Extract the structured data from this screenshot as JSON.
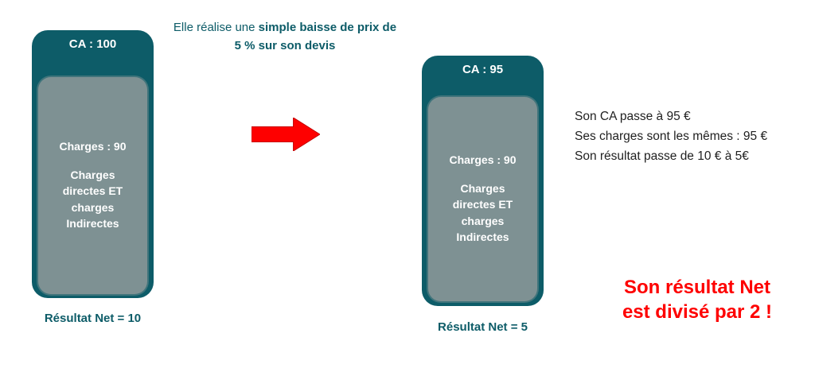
{
  "colors": {
    "teal": "#0d5c68",
    "gray": "#7e9193",
    "red": "#fe0000"
  },
  "caption": {
    "normal": "Elle réalise une ",
    "bold": "simple baisse de prix de 5 % sur son devis"
  },
  "left_bar": {
    "ca": "CA : 100",
    "charges": "Charges : 90",
    "charges_detail": "Charges\ndirectes ET\ncharges\nIndirectes",
    "result": "Résultat Net = 10"
  },
  "right_bar": {
    "ca": "CA : 95",
    "charges": "Charges : 90",
    "charges_detail": "Charges\ndirectes ET\ncharges\nIndirectes",
    "result": "Résultat Net = 5"
  },
  "analysis": {
    "lines": [
      "Son CA passe à 95 €",
      "Ses charges sont les mêmes : 95 €",
      "Son résultat passe de 10 € à 5€"
    ]
  },
  "conclusion": "Son résultat Net\nest divisé par 2 !"
}
